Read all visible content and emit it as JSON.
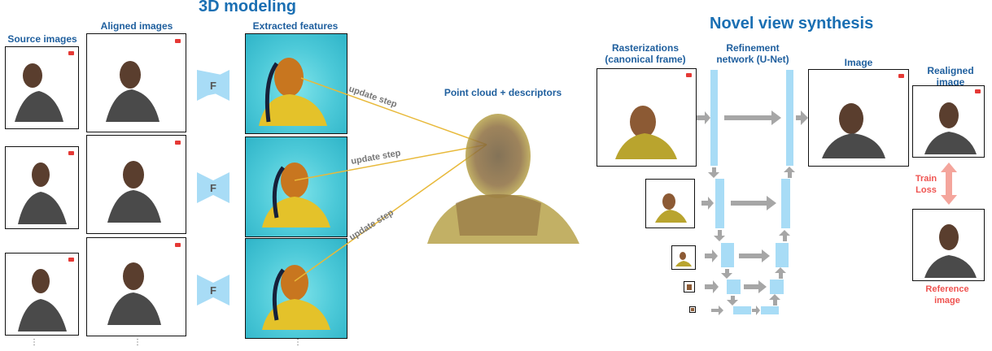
{
  "titles": {
    "modeling": "3D modeling",
    "synthesis": "Novel view synthesis"
  },
  "labels": {
    "source_images": "Source images",
    "aligned_images": "Aligned images",
    "extracted_features": "Extracted features",
    "point_cloud": "Point cloud + descriptors",
    "rasterizations_l1": "Rasterizations",
    "rasterizations_l2": "(canonical frame)",
    "refinement_l1": "Refinement",
    "refinement_l2": "network (U-Net)",
    "image": "Image",
    "realigned_l1": "Realigned",
    "realigned_l2": "image",
    "train_loss_l1": "Train",
    "train_loss_l2": "Loss",
    "reference_l1": "Reference",
    "reference_l2": "image"
  },
  "encoder_label": "F",
  "update_step": "update step",
  "colors": {
    "title_blue": "#1a6fb3",
    "label_blue": "#1f5f9e",
    "unet_block": "#a8dcf6",
    "arrow_gray": "#a6a6a6",
    "update_line": "#e8b93a",
    "loss_red": "#ef5350",
    "camera_icon": "#e53935"
  }
}
